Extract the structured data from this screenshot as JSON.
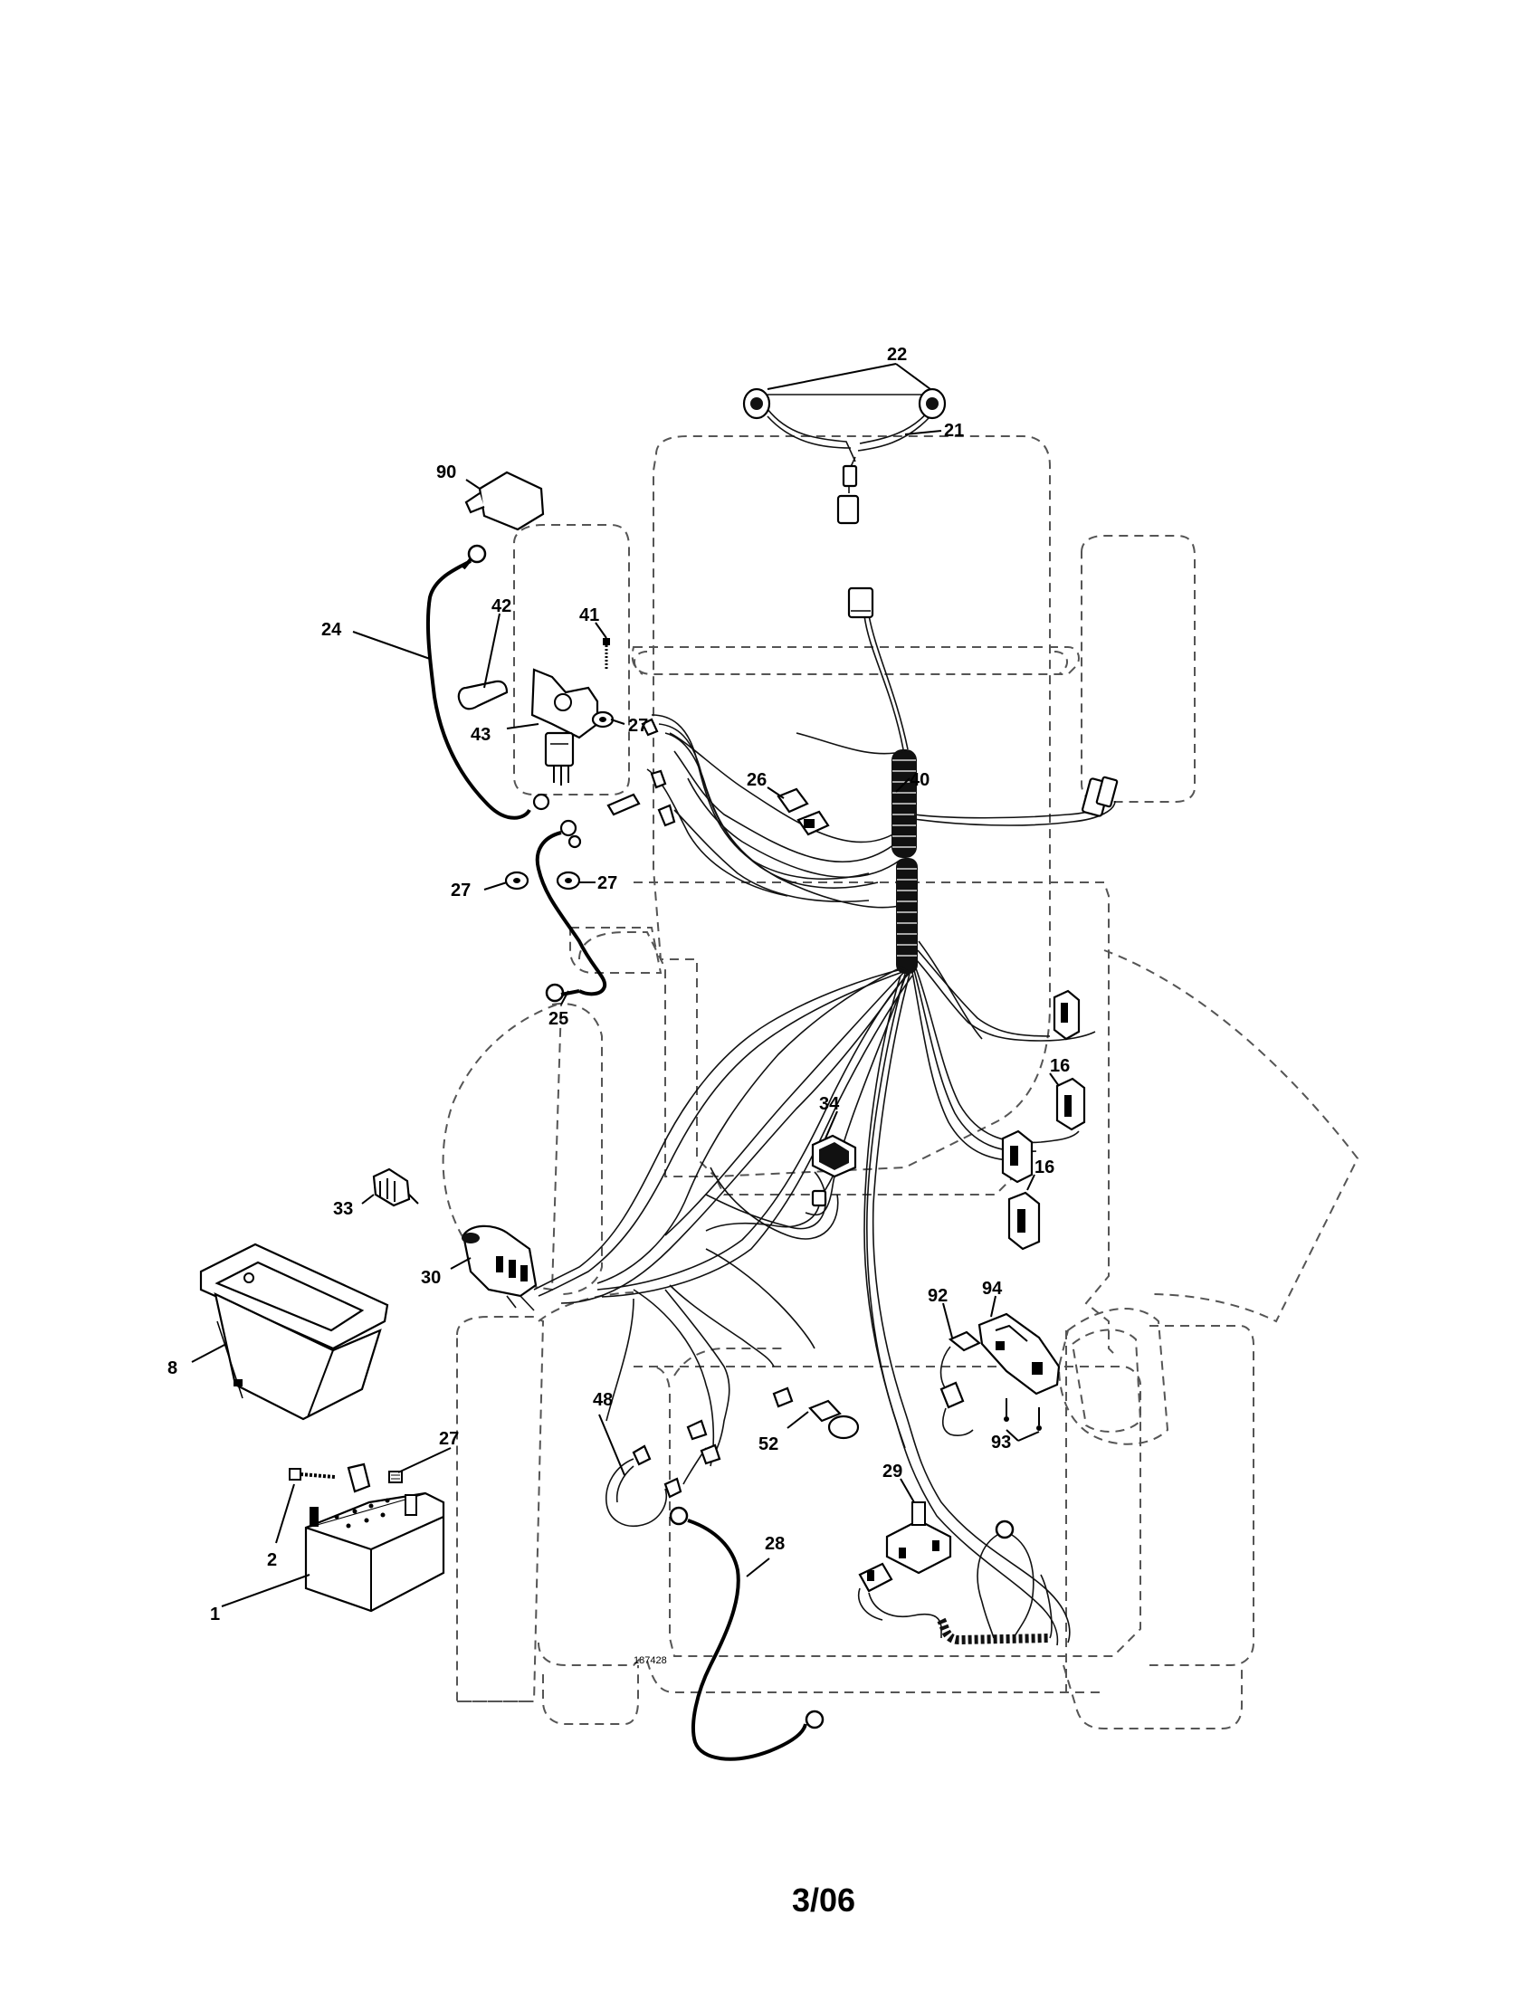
{
  "page": {
    "label": "3/06",
    "drawing_number": "187428"
  },
  "callouts": {
    "c1": "1",
    "c2": "2",
    "c8": "8",
    "c16a": "16",
    "c16b": "16",
    "c21": "21",
    "c22": "22",
    "c24": "24",
    "c25": "25",
    "c26": "26",
    "c27a": "27",
    "c27b": "27",
    "c27c": "27",
    "c27d": "27",
    "c28": "28",
    "c29": "29",
    "c30": "30",
    "c33": "33",
    "c34": "34",
    "c40": "40",
    "c41": "41",
    "c42": "42",
    "c43": "43",
    "c48": "48",
    "c52": "52",
    "c90": "90",
    "c92": "92",
    "c93": "93",
    "c94": "94"
  }
}
